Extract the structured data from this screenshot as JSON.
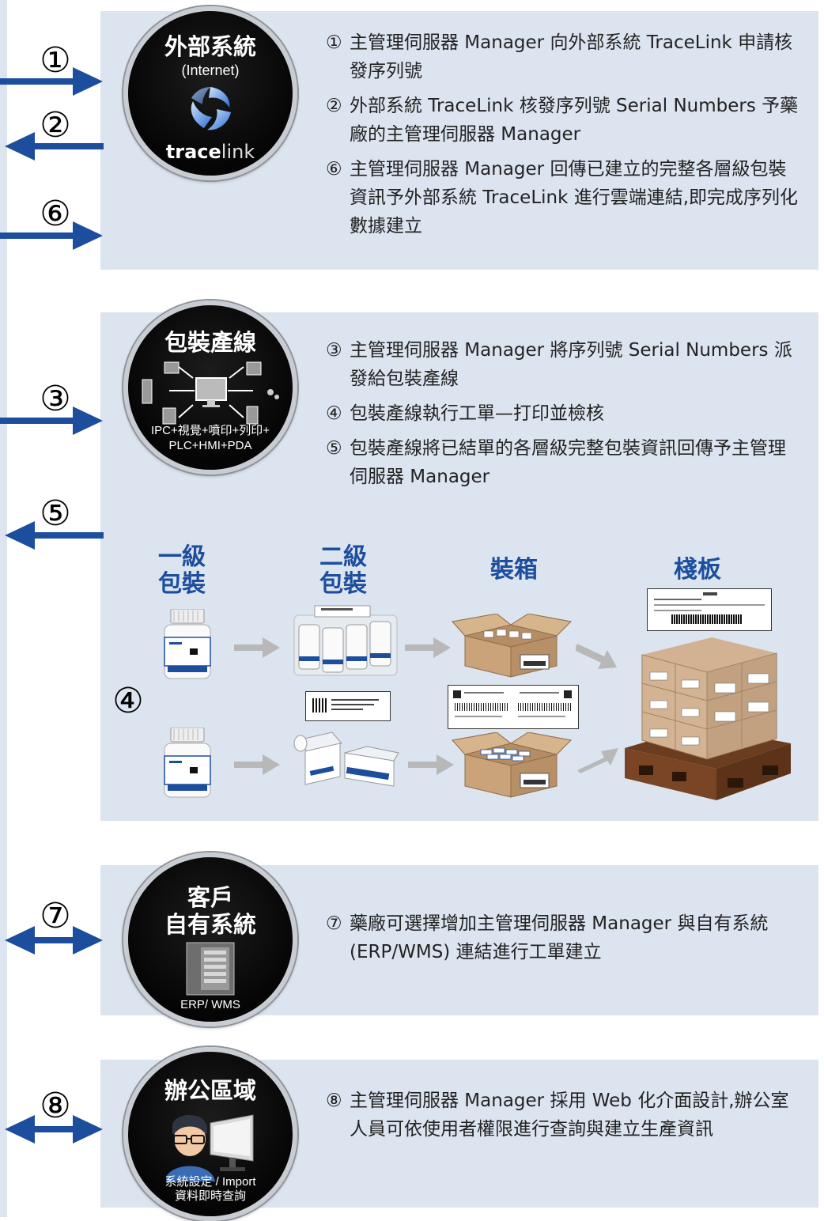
{
  "colors": {
    "panel": "#dce4f0",
    "arrow": "#1d4e9e",
    "accent_text": "#1d4e9e",
    "circle": "#0a0a0a"
  },
  "steps": {
    "s1": "①",
    "s2": "②",
    "s3": "③",
    "s4": "④",
    "s5": "⑤",
    "s6": "⑥",
    "s7": "⑦",
    "s8": "⑧"
  },
  "section_external": {
    "circle_title": "外部系統",
    "circle_sub": "(Internet)",
    "logo_bold": "trace",
    "logo_light": "link",
    "lines": [
      {
        "num": "①",
        "text": "主管理伺服器 Manager 向外部系統 TraceLink 申請核發序列號"
      },
      {
        "num": "②",
        "text": "外部系統 TraceLink 核發序列號 Serial Numbers 予藥廠的主管理伺服器 Manager"
      },
      {
        "num": "⑥",
        "text": "主管理伺服器 Manager 回傳已建立的完整各層級包裝資訊予外部系統 TraceLink 進行雲端連結,即完成序列化數據建立"
      }
    ]
  },
  "section_packaging": {
    "circle_title": "包裝產線",
    "circle_sub_1": "IPC+視覺+噴印+列印+",
    "circle_sub_2": "PLC+HMI+PDA",
    "lines": [
      {
        "num": "③",
        "text": "主管理伺服器 Manager 將序列號 Serial Numbers 派發給包裝產線"
      },
      {
        "num": "④",
        "text": "包裝產線執行工單—打印並檢核"
      },
      {
        "num": "⑤",
        "text": "包裝產線將已結單的各層級完整包裝資訊回傳予主管理伺服器 Manager"
      }
    ],
    "levels": [
      {
        "label_1": "一級",
        "label_2": "包裝"
      },
      {
        "label_1": "二級",
        "label_2": "包裝"
      },
      {
        "label_1": "裝箱",
        "label_2": ""
      },
      {
        "label_1": "棧板",
        "label_2": ""
      }
    ]
  },
  "section_customer": {
    "circle_title_1": "客戶",
    "circle_title_2": "自有系統",
    "circle_sub": "ERP/ WMS",
    "lines": [
      {
        "num": "⑦",
        "text": "藥廠可選擇增加主管理伺服器 Manager 與自有系統 (ERP/WMS) 連結進行工單建立"
      }
    ]
  },
  "section_office": {
    "circle_title": "辦公區域",
    "circle_sub_1": "系統設定 / Import",
    "circle_sub_2": "資料即時查詢",
    "lines": [
      {
        "num": "⑧",
        "text": "主管理伺服器 Manager 採用 Web 化介面設計,辦公室人員可依使用者權限進行查詢與建立生產資訊"
      }
    ]
  }
}
